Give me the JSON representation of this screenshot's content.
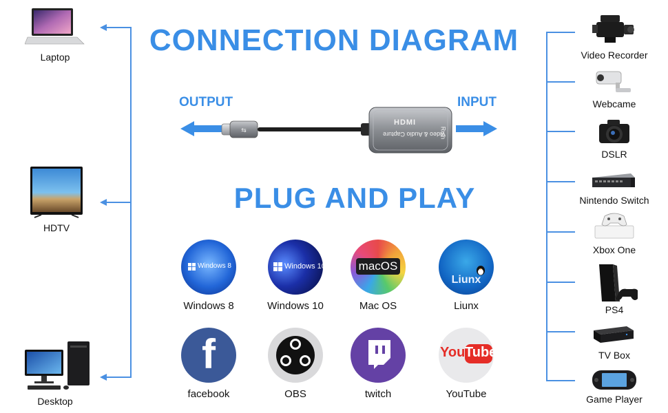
{
  "title": "CONNECTION DIAGRAM",
  "subtitle": "PLUG AND PLAY",
  "output_label": "OUTPUT",
  "input_label": "INPUT",
  "device_text": {
    "hdmi": "HDMI",
    "brand": "Ruin",
    "caption": "Video & Audio Capture"
  },
  "left_devices": [
    {
      "label": "Laptop"
    },
    {
      "label": "HDTV"
    },
    {
      "label": "Desktop"
    }
  ],
  "right_devices": [
    {
      "label": "Video Recorder"
    },
    {
      "label": "Webcame"
    },
    {
      "label": "DSLR"
    },
    {
      "label": "Nintendo Switch"
    },
    {
      "label": "Xbox One"
    },
    {
      "label": "PS4"
    },
    {
      "label": "TV Box"
    },
    {
      "label": "Game Player"
    }
  ],
  "os_row1": [
    {
      "label": "Windows 8",
      "badge": "Windows 8"
    },
    {
      "label": "Windows 10",
      "badge": "Windows 10"
    },
    {
      "label": "Mac OS",
      "badge": "macOS"
    },
    {
      "label": "Liunx",
      "badge": "Liunx"
    }
  ],
  "os_row2": [
    {
      "label": "facebook"
    },
    {
      "label": "OBS"
    },
    {
      "label": "twitch"
    },
    {
      "label": "YouTube",
      "badge_a": "You",
      "badge_b": "Tube"
    }
  ],
  "colors": {
    "accent": "#3a8ee6",
    "line": "#4a90e2",
    "facebook": "#3b5998",
    "twitch": "#6441a5",
    "youtube": "#e52d27"
  }
}
